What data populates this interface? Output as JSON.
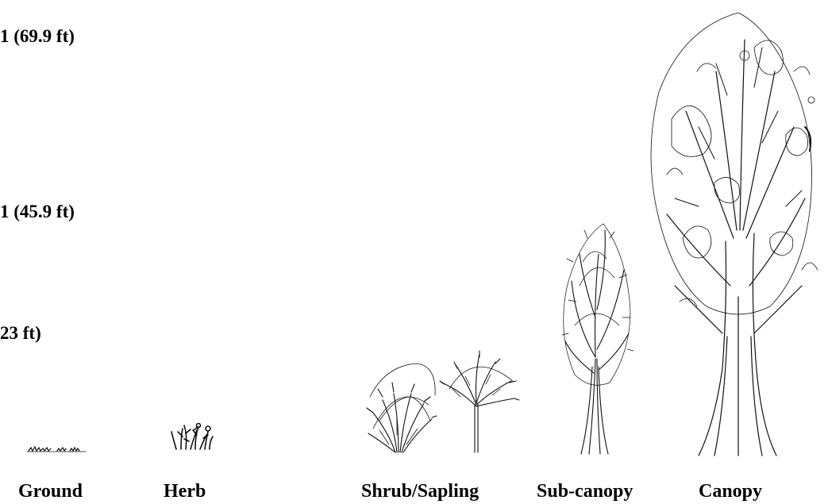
{
  "height_labels": [
    "1 (69.9 ft)",
    "1 (45.9 ft)",
    "23 ft)"
  ],
  "strata": [
    "Ground",
    "Herb",
    "Shrub/Sapling",
    "Sub-canopy",
    "Canopy"
  ],
  "colors": {
    "ink": "#111111",
    "background": "#ffffff"
  }
}
